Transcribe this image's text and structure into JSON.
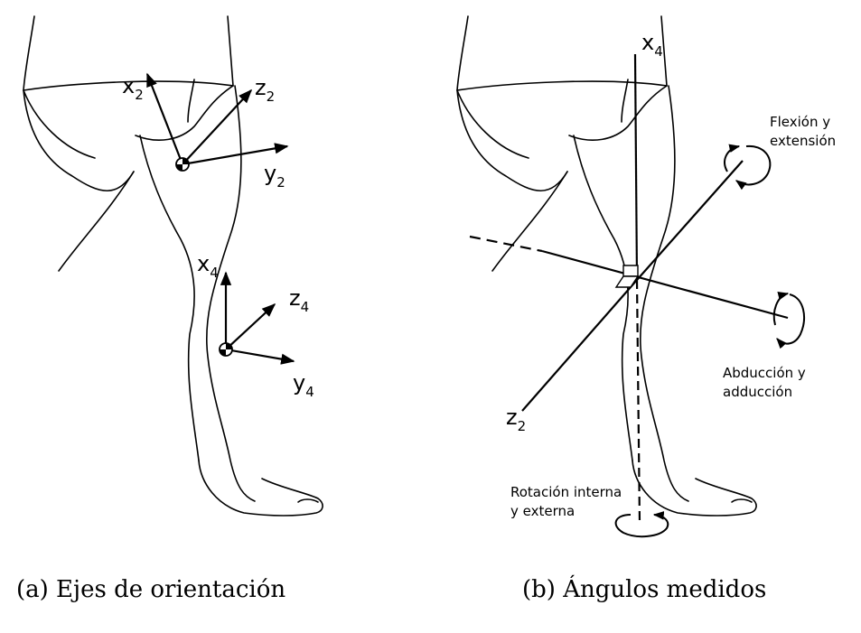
{
  "panel_a": {
    "hip_frame": {
      "x": {
        "base": "x",
        "sub": "2"
      },
      "y": {
        "base": "y",
        "sub": "2"
      },
      "z": {
        "base": "z",
        "sub": "2"
      }
    },
    "knee_frame": {
      "x": {
        "base": "x",
        "sub": "4"
      },
      "y": {
        "base": "y",
        "sub": "4"
      },
      "z": {
        "base": "z",
        "sub": "4"
      }
    },
    "caption": "(a) Ejes de orientación"
  },
  "panel_b": {
    "axes": {
      "x4": {
        "base": "x",
        "sub": "4"
      },
      "z2": {
        "base": "z",
        "sub": "2"
      }
    },
    "angles": {
      "flexion": [
        "Flexión y",
        "extensión"
      ],
      "abduction": [
        "Abducción y",
        "adducción"
      ],
      "rotation": [
        "Rotación interna",
        "y externa"
      ]
    },
    "caption": "(b) Ángulos medidos"
  }
}
